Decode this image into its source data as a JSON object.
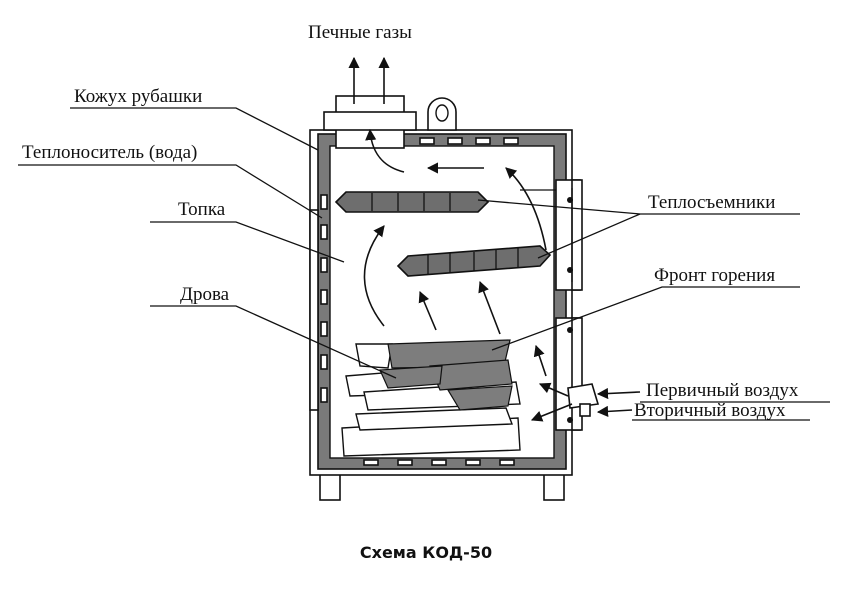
{
  "labels": {
    "flue_gases": "Печные газы",
    "jacket_casing": "Кожух рубашки",
    "coolant": "Теплоноситель (вода)",
    "firebox": "Топка",
    "heat_exchangers": "Теплосъемники",
    "firewood": "Дрова",
    "combustion_front": "Фронт горения",
    "primary_air": "Первичный воздух",
    "secondary_air": "Вторичный воздух"
  },
  "caption": "Схема КОД-50"
}
